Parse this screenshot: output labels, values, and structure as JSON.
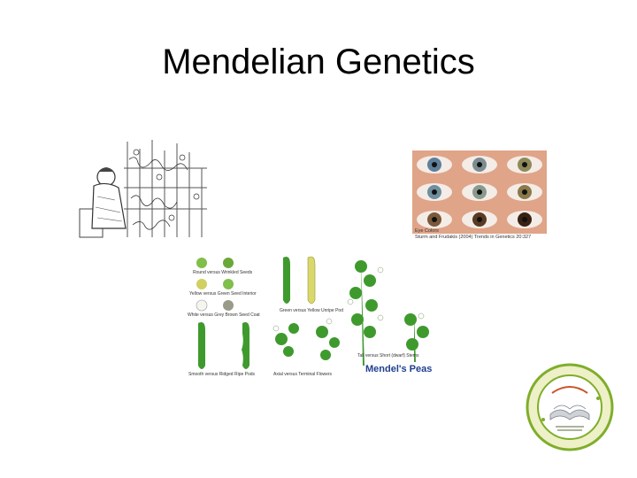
{
  "slide": {
    "title": "Mendelian Genetics"
  },
  "eye_figure": {
    "caption_title": "Eye Colors",
    "caption_source": "Sturm and Frudakis (2004) Trends in Genetics 20:327",
    "iris_colors": [
      "#5f7f9a",
      "#7c8c90",
      "#8e8a5a",
      "#6f8f9f",
      "#8a9a8c",
      "#8a7a4a",
      "#7a5a3a",
      "#5a3a22",
      "#3a2212"
    ]
  },
  "peas_figure": {
    "heading": "Mendel's Peas",
    "labels": {
      "round_wrinkled": "Round versus Wrinkled Seeds",
      "yellow_green_seed": "Yellow versus Green Seed Interior",
      "white_grey_coat": "White versus Grey Brown Seed Coat",
      "green_yellow_pod": "Green versus Yellow Unripe Pod",
      "tall_short": "Tall versus Short (dwarf) Stems",
      "smooth_ridged_pods": "Smooth versus Ridged Ripe Pods",
      "axial_terminal": "Axial versus Terminal Flowers"
    }
  },
  "icons": {
    "mendel": "mendel-sketch-icon",
    "seal": "book-seal-icon"
  },
  "colors": {
    "pea_green": "#3f9a2e",
    "pea_yellow": "#d9d86a",
    "heading_blue": "#1f3f8f",
    "seal_ring": "#7fae2a"
  }
}
